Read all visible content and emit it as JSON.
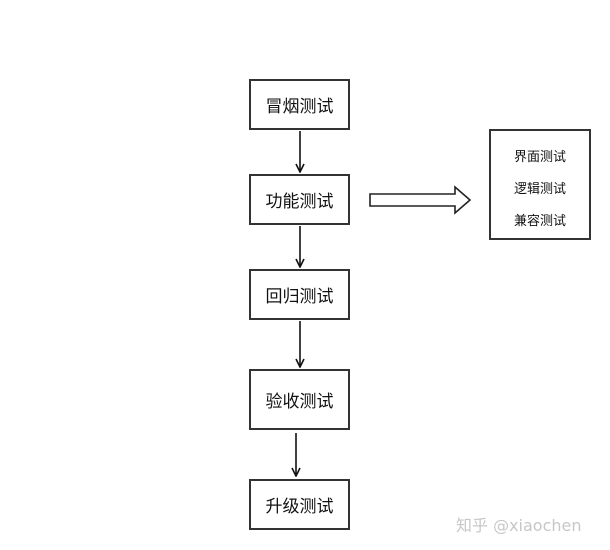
{
  "nodes": {
    "smoke": "冒烟测试",
    "function": "功能测试",
    "regression": "回归测试",
    "acceptance": "验收测试",
    "upgrade": "升级测试"
  },
  "function_subtypes": [
    "界面测试",
    "逻辑测试",
    "兼容测试"
  ],
  "watermark": "知乎 @xiaochen"
}
